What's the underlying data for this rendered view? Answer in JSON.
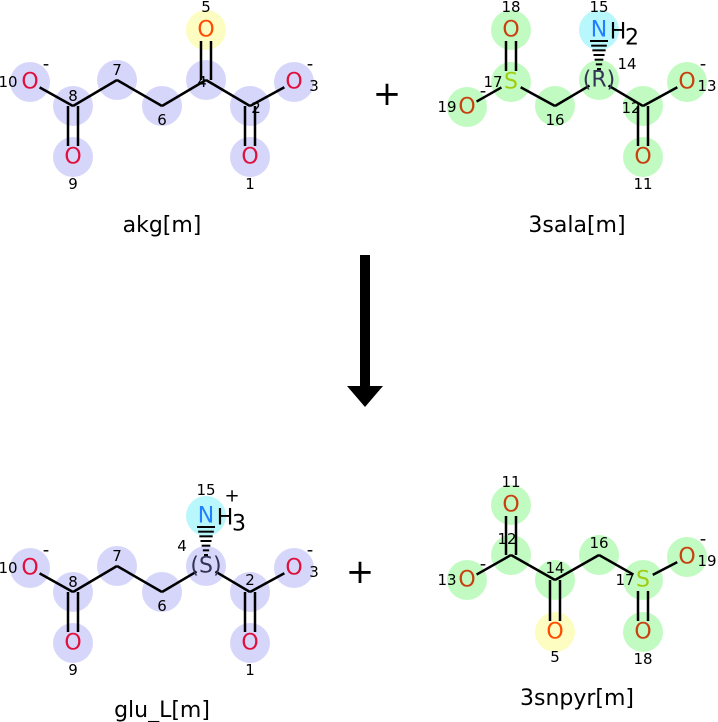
{
  "reaction": {
    "plus_sign": "+",
    "arrow": "reaction-arrow",
    "colors": {
      "highlight_lavender": "#d6d6fb",
      "highlight_green": "#c2fbc2",
      "highlight_yellow": "#fdfdc2",
      "highlight_cyan": "#b8f7fb",
      "oxygen_red": "#e0103c",
      "oxygen_orange": "#c84010",
      "oxygen_bright": "#ff4a00",
      "sulfur": "#a0cc10",
      "nitrogen": "#2080ff",
      "stereo": "#333355"
    }
  },
  "molecules": [
    {
      "name": "akg[m]",
      "atoms": [
        {
          "element": "O",
          "index": "1"
        },
        {
          "element": "",
          "index": "2"
        },
        {
          "element": "O",
          "index": "3",
          "charge": "-"
        },
        {
          "element": "",
          "index": "4"
        },
        {
          "element": "O",
          "index": "5"
        },
        {
          "element": "",
          "index": "6"
        },
        {
          "element": "",
          "index": "7"
        },
        {
          "element": "",
          "index": "8"
        },
        {
          "element": "O",
          "index": "9"
        },
        {
          "element": "O",
          "index": "10",
          "charge": "-"
        }
      ]
    },
    {
      "name": "3sala[m]",
      "atoms": [
        {
          "element": "O",
          "index": "19",
          "charge": "-"
        },
        {
          "element": "S",
          "index": "17"
        },
        {
          "element": "O",
          "index": "18"
        },
        {
          "element": "",
          "index": "16"
        },
        {
          "element": "(R)",
          "index": "14"
        },
        {
          "element": "N",
          "index": "15",
          "hydrogens": "H",
          "h_count": "2"
        },
        {
          "element": "",
          "index": "12"
        },
        {
          "element": "O",
          "index": "13",
          "charge": "-"
        },
        {
          "element": "O",
          "index": "11"
        }
      ]
    },
    {
      "name": "glu_L[m]",
      "atoms": [
        {
          "element": "O",
          "index": "1"
        },
        {
          "element": "",
          "index": "2"
        },
        {
          "element": "O",
          "index": "3",
          "charge": "-"
        },
        {
          "element": "(S)",
          "index": "4"
        },
        {
          "element": "N",
          "index": "15",
          "hydrogens": "H",
          "h_count": "3",
          "charge": "+"
        },
        {
          "element": "",
          "index": "6"
        },
        {
          "element": "",
          "index": "7"
        },
        {
          "element": "",
          "index": "8"
        },
        {
          "element": "O",
          "index": "9"
        },
        {
          "element": "O",
          "index": "10",
          "charge": "-"
        }
      ]
    },
    {
      "name": "3snpyr[m]",
      "atoms": [
        {
          "element": "O",
          "index": "13",
          "charge": "-"
        },
        {
          "element": "",
          "index": "12"
        },
        {
          "element": "O",
          "index": "11"
        },
        {
          "element": "",
          "index": "14"
        },
        {
          "element": "O",
          "index": "5"
        },
        {
          "element": "",
          "index": "16"
        },
        {
          "element": "S",
          "index": "17"
        },
        {
          "element": "O",
          "index": "18"
        },
        {
          "element": "O",
          "index": "19",
          "charge": "-"
        }
      ]
    }
  ]
}
